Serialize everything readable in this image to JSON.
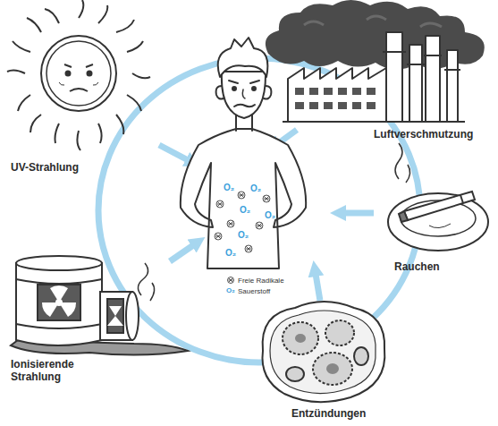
{
  "diagram": {
    "labels": [
      "UV-Strahlung",
      "Luftverschmutzung",
      "Rauchen",
      "Ionisierende Strahlung",
      "Entzündungen",
      "O₂",
      "O₂",
      "O₂",
      "O₂",
      "O₂",
      "O₂",
      "O₂"
    ],
    "legend": [
      {
        "text": "Freie Radikale"
      },
      {
        "text": "Sauerstoff"
      }
    ]
  }
}
